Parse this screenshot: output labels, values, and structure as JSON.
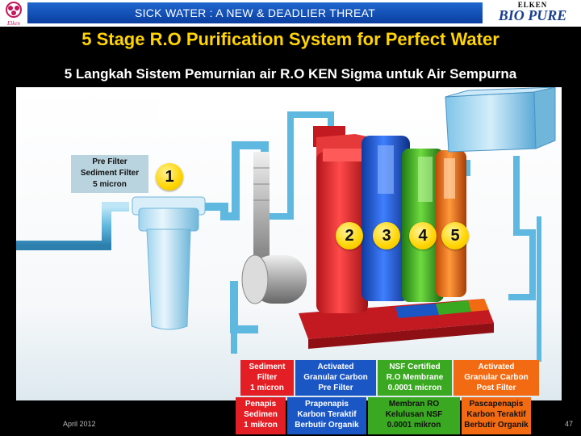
{
  "header": {
    "banner_title": "SICK WATER : A NEW & DEADLIER THREAT",
    "logo_left_text": "Elken",
    "brand_top": "ELKEN",
    "brand_main": "BIO PURE"
  },
  "titles": {
    "english": "5 Stage R.O Purification System for Perfect Water",
    "malay": "5 Langkah Sistem Pemurnian air R.O KEN Sigma untuk Air Sempurna"
  },
  "prefilter_label": [
    "Pre Filter",
    "Sediment Filter",
    "5 micron"
  ],
  "stage_badges": [
    "1",
    "2",
    "3",
    "4",
    "5"
  ],
  "stages": [
    {
      "color": "#e31e24",
      "english": [
        "Sediment",
        "Filter",
        "1 micron"
      ],
      "malay": [
        "Penapis",
        "Sedimen",
        "1 mikron"
      ]
    },
    {
      "color": "#1a56c4",
      "english": [
        "Activated",
        "Granular Carbon",
        "Pre Filter"
      ],
      "malay": [
        "Prapenapis",
        "Karbon Teraktif",
        "Berbutir Organik"
      ]
    },
    {
      "color": "#3aa821",
      "english": [
        "NSF Certified",
        "R.O Membrane",
        "0.0001 micron"
      ],
      "malay": [
        "Membran RO",
        "Kelulusan NSF",
        "0.0001 mikron"
      ]
    },
    {
      "color": "#f26a12",
      "english": [
        "Activated",
        "Granular Carbon",
        "Post Filter"
      ],
      "malay": [
        "Pascapenapis",
        "Karbon Teraktif",
        "Berbutir Organik"
      ]
    }
  ],
  "footer": {
    "date": "April 2012",
    "page": "47"
  },
  "colors": {
    "banner": "#1f67cf",
    "title": "#ffd400",
    "pipe": "#5fb8e0"
  }
}
